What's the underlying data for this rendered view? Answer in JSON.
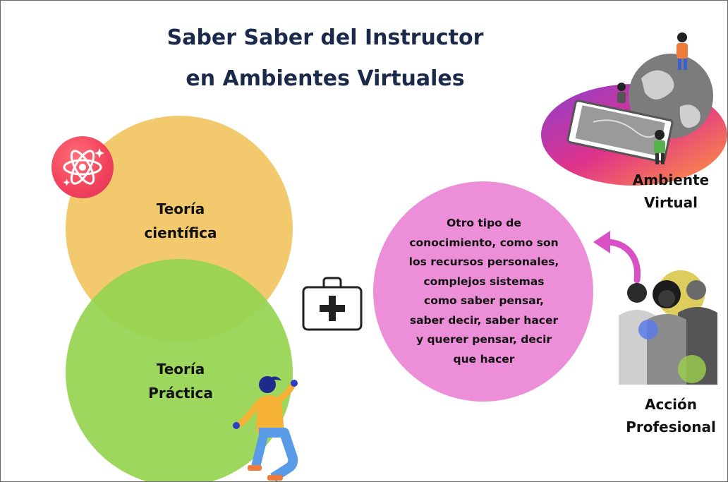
{
  "title": {
    "line1": "Saber Saber del Instructor",
    "line2": "en Ambientes Virtuales"
  },
  "nodes": {
    "teoria_cientifica": {
      "line1": "Teoría",
      "line2": "científica",
      "color": "#f1c765"
    },
    "teoria_practica": {
      "line1": "Teoría",
      "line2": "Práctica",
      "color": "#96d450"
    },
    "otro_conocimiento": {
      "lines": [
        "Otro tipo de",
        "conocimiento, como son",
        "los recursos personales,",
        "complejos sistemas",
        "como saber pensar,",
        "saber decir, saber hacer",
        "y querer pensar, decir",
        "que hacer"
      ],
      "color": "#ec8fd8"
    },
    "ambiente_virtual": {
      "line1": "Ambiente",
      "line2": "Virtual"
    },
    "accion_profesional": {
      "line1": "Acción",
      "line2": "Profesional"
    }
  },
  "icons": {
    "atom": "atom-icon",
    "plus_box": "medical-kit-icon",
    "arrow": "curved-arrow-icon",
    "virtual": "virtual-world-illustration",
    "people": "people-photo",
    "dancer": "dancing-person-illustration"
  },
  "colors": {
    "title": "#1b2a4a",
    "arrow": "#d94fc4",
    "atom_badge": "#f2445c"
  }
}
